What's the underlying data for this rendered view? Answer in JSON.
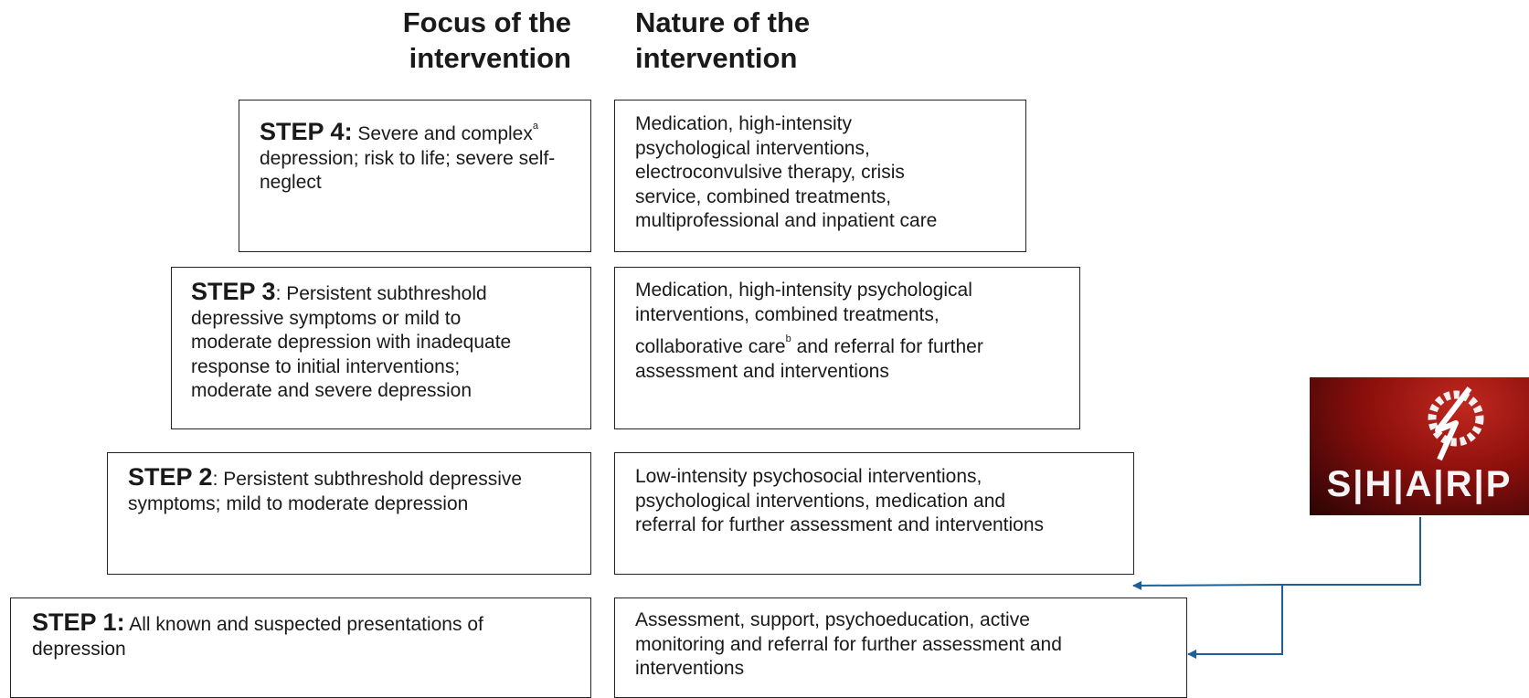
{
  "headers": {
    "focus": [
      "Focus of the",
      "intervention"
    ],
    "nature": [
      "Nature of the",
      "intervention"
    ]
  },
  "steps": [
    {
      "label": "STEP 4",
      "sep": ":",
      "focus": "Severe and complex",
      "focus_sup": "a",
      "focus_rest": "depression; risk to life; severe self-neglect",
      "nature_lines": [
        "Medication, high-intensity",
        "psychological interventions,",
        "electroconvulsive therapy, crisis",
        "service, combined treatments,",
        "multiprofessional and inpatient care"
      ]
    },
    {
      "label": "STEP 3",
      "sep": ":",
      "focus_lines": [
        "Persistent subthreshold",
        "depressive symptoms or mild to",
        "moderate depression with inadequate",
        "response to initial interventions;",
        "moderate and severe depression"
      ],
      "nature_lines_a": [
        "Medication, high-intensity psychological",
        "interventions, combined treatments,"
      ],
      "nature_care": "collaborative care",
      "nature_sup": "b",
      "nature_care_rest": "and referral for further",
      "nature_last": "assessment and interventions"
    },
    {
      "label": "STEP 2",
      "sep": ":",
      "focus_first": "Persistent subthreshold depressive",
      "focus_second": "symptoms; mild to moderate depression",
      "nature_lines": [
        "Low-intensity psychosocial interventions,",
        "psychological interventions, medication and",
        "referral for further assessment and interventions"
      ]
    },
    {
      "label": "STEP 1",
      "sep": ":",
      "focus_first": "All known and suspected presentations of",
      "focus_second": "depression",
      "nature_lines": [
        "Assessment, support, psychoeducation, active",
        "monitoring and referral for further assessment and",
        "interventions"
      ]
    }
  ],
  "logo": {
    "text": "S|H|A|R|P",
    "symbol": "ϟ"
  },
  "colors": {
    "arrow": "#1f5f96",
    "border": "#222222",
    "logo_red": "#8b0f0c"
  }
}
